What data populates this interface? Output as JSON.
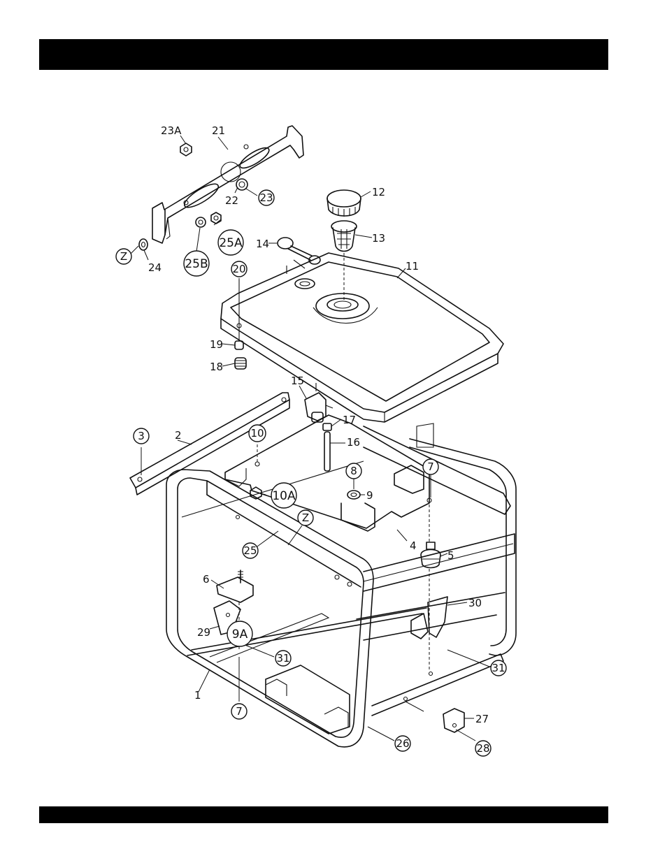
{
  "header_bar": {
    "text": ""
  },
  "footer_bar": {
    "text": ""
  },
  "diagram": {
    "parts": [
      {
        "id": "1",
        "label": "1"
      },
      {
        "id": "2",
        "label": "2"
      },
      {
        "id": "3",
        "label": "3"
      },
      {
        "id": "4",
        "label": "4"
      },
      {
        "id": "5",
        "label": "5"
      },
      {
        "id": "6",
        "label": "6"
      },
      {
        "id": "7a",
        "label": "7"
      },
      {
        "id": "7b",
        "label": "7"
      },
      {
        "id": "8",
        "label": "8"
      },
      {
        "id": "9",
        "label": "9"
      },
      {
        "id": "9A",
        "label": "9A"
      },
      {
        "id": "10",
        "label": "10"
      },
      {
        "id": "10A",
        "label": "10A"
      },
      {
        "id": "11",
        "label": "11"
      },
      {
        "id": "12",
        "label": "12"
      },
      {
        "id": "13",
        "label": "13"
      },
      {
        "id": "14",
        "label": "14"
      },
      {
        "id": "15",
        "label": "15"
      },
      {
        "id": "16",
        "label": "16"
      },
      {
        "id": "17",
        "label": "17"
      },
      {
        "id": "18",
        "label": "18"
      },
      {
        "id": "19",
        "label": "19"
      },
      {
        "id": "20",
        "label": "20"
      },
      {
        "id": "21",
        "label": "21"
      },
      {
        "id": "22",
        "label": "22"
      },
      {
        "id": "23",
        "label": "23"
      },
      {
        "id": "23A",
        "label": "23A"
      },
      {
        "id": "24",
        "label": "24"
      },
      {
        "id": "25",
        "label": "25"
      },
      {
        "id": "25A",
        "label": "25A"
      },
      {
        "id": "25B",
        "label": "25B"
      },
      {
        "id": "26",
        "label": "26"
      },
      {
        "id": "27",
        "label": "27"
      },
      {
        "id": "28",
        "label": "28"
      },
      {
        "id": "29",
        "label": "29"
      },
      {
        "id": "30",
        "label": "30"
      },
      {
        "id": "31a",
        "label": "31"
      },
      {
        "id": "31b",
        "label": "31"
      },
      {
        "id": "Za",
        "label": "Z"
      },
      {
        "id": "Zb",
        "label": "Z"
      }
    ]
  }
}
